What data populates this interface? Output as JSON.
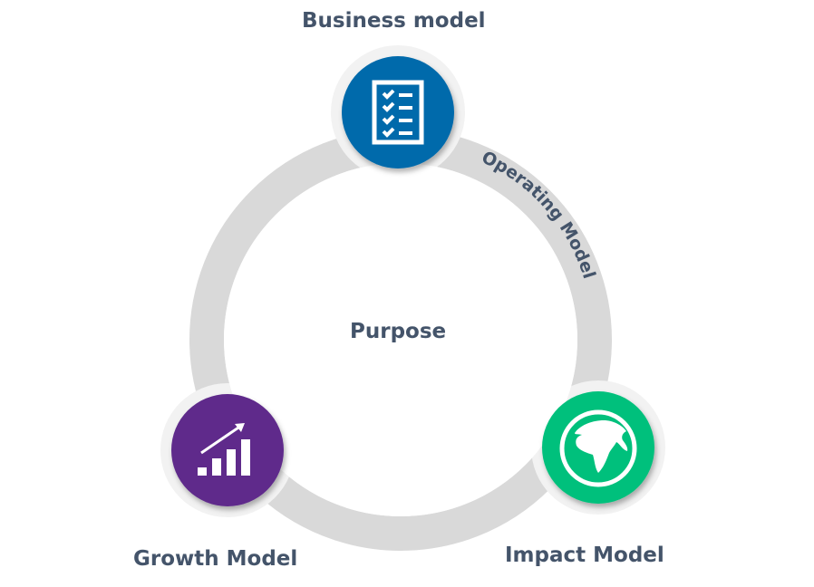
{
  "center_label": "Purpose",
  "ring_label": "Operating Model",
  "nodes": [
    {
      "label": "Business model",
      "icon": "checklist-icon",
      "color": "#006bab"
    },
    {
      "label": "Impact Model",
      "icon": "globe-icon",
      "color": "#00c07b"
    },
    {
      "label": "Growth Model",
      "icon": "growth-chart-icon",
      "color": "#5e2b8b"
    }
  ],
  "colors": {
    "ring": "#d9d9d9",
    "halo": "#f2f2f2",
    "text": "#44546a"
  }
}
